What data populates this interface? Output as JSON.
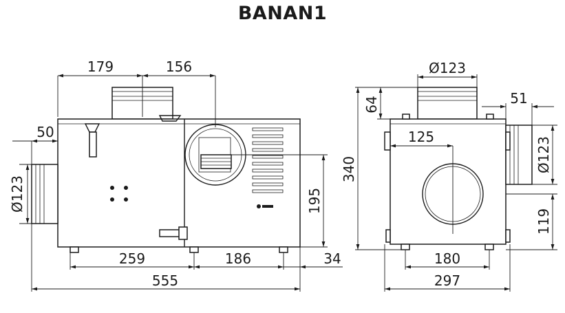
{
  "title": "BANAN1",
  "dimensions": {
    "side_view": {
      "top_left": "179",
      "top_right": "156",
      "side_offset": "50",
      "side_diameter": "Ø123",
      "height_right": "195",
      "bottom_left": "259",
      "bottom_mid": "186",
      "bottom_right": "34",
      "overall_width": "555"
    },
    "front_view": {
      "top_diameter": "Ø123",
      "top_height": "64",
      "right_offset": "51",
      "center_offset": "125",
      "overall_height": "340",
      "right_diameter": "Ø123",
      "bottom_right_height": "119",
      "feet_spacing": "180",
      "overall_width": "297"
    }
  }
}
